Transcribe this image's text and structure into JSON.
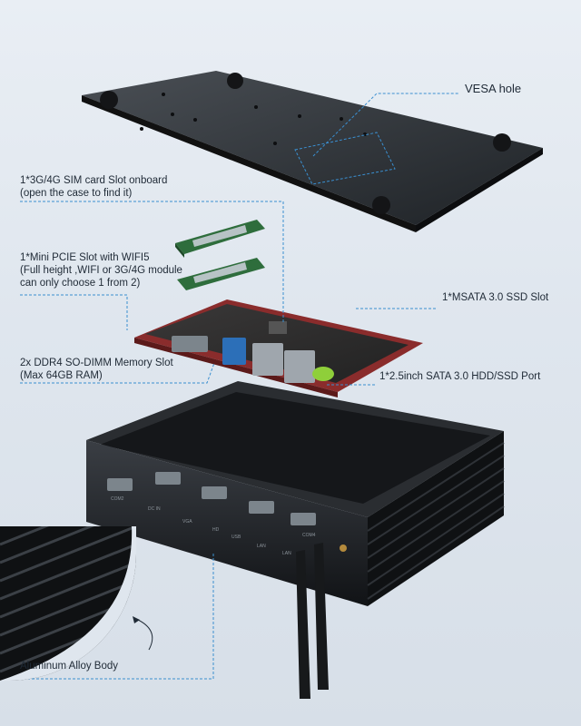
{
  "labels": {
    "vesa": "VESA hole",
    "sim": [
      "1*3G/4G SIM card Slot onboard",
      "(open the case to find it)"
    ],
    "pcie": [
      "1*Mini PCIE Slot with WIFI5",
      "(Full height ,WIFI or 3G/4G module",
      " can only choose 1 from 2)"
    ],
    "msata": "1*MSATA 3.0 SSD Slot",
    "ddr": [
      "2x DDR4 SO-DIMM Memory Slot",
      "(Max 64GB RAM)"
    ],
    "sata": "1*2.5inch SATA 3.0 HDD/SSD Port",
    "body": "Aluminum Alloy Body"
  },
  "port_labels": [
    "COM2",
    "DC IN",
    "VGA",
    "HD",
    "USB",
    "LAN",
    "LAN",
    "COM4"
  ],
  "colors": {
    "background": "#e3e9ef",
    "chassis": "#1b1d20",
    "pcb": "#8a2c2c",
    "ram": "#2e6d3c",
    "leader": "#3a8fd0"
  }
}
